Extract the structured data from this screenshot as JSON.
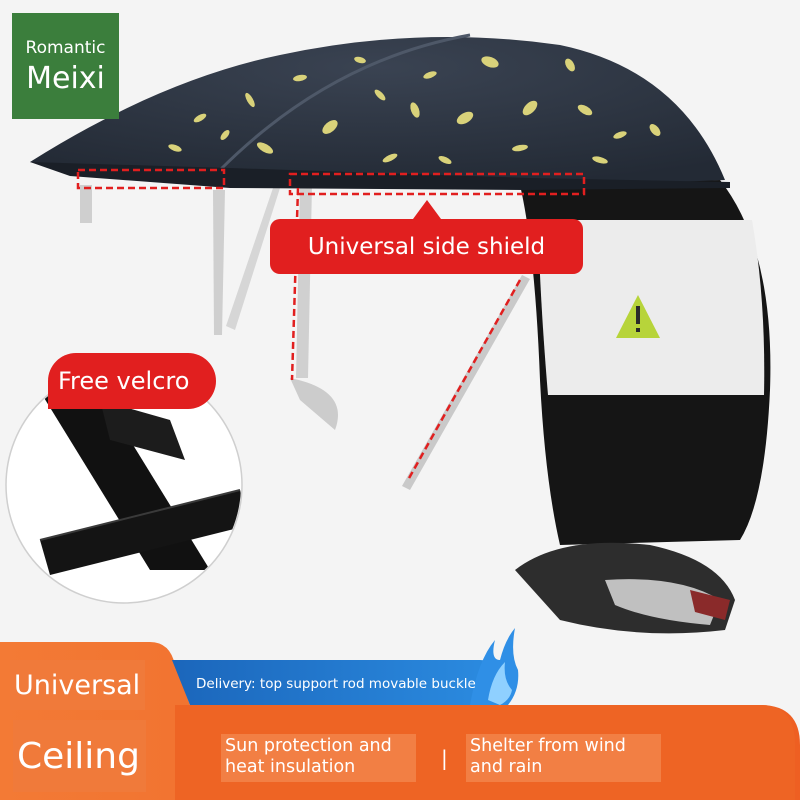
{
  "logo": {
    "line1": "Romantic",
    "line2": "Meixi"
  },
  "callouts": {
    "side_shield": "Universal side shield",
    "velcro": "Free velcro"
  },
  "banner": {
    "tag_universal": "Universal",
    "tag_ceiling": "Ceiling",
    "delivery": "Delivery: top support rod movable buckle",
    "feature_sun": "Sun protection and heat insulation",
    "feature_shelter": "Shelter from wind and rain",
    "divider": "|"
  },
  "colors": {
    "accent_red": "#e11f1f",
    "brand_green": "#3b7e3c",
    "banner_orange": "#f26b2a",
    "delivery_blue": "#1f74c9",
    "canopy_navy": "#2b3340",
    "leaf_yellow": "#d9d27a"
  },
  "icons": {
    "warning": "warning-triangle-icon",
    "flame": "blue-flame-icon"
  }
}
